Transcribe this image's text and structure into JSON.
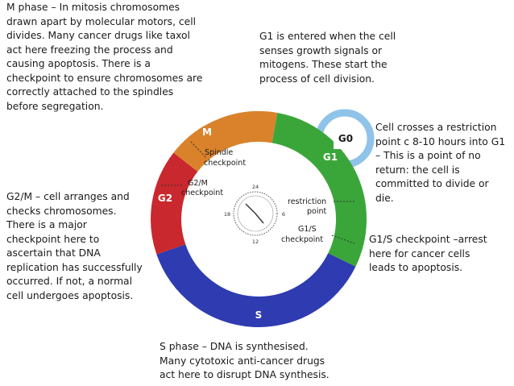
{
  "notes": {
    "m_phase": "M phase – In mitosis chromosomes\ndrawn apart by molecular motors, cell\ndivides. Many cancer drugs like taxol\nact here freezing the process and\ncausing apoptosis. There is a\ncheckpoint to ensure chromosomes are\ncorrectly attached to the spindles\nbefore segregation.",
    "g1": "G1 is entered when the cell\nsenses growth signals or\nmitogens. These start the\nprocess of cell division.",
    "g0": "Cell crosses a restriction\npoint c 8-10 hours into G1\n– This is a point of no\nreturn: the cell is\ncommitted to divide or\ndie.",
    "g2m": "G2/M – cell arranges and\nchecks chromosomes.\nThere is a major\ncheckpoint here to\nascertain that DNA\nreplication has successfully\noccurred. If not, a normal\ncell undergoes apoptosis.",
    "g1s": "G1/S checkpoint –arrest\nhere for cancer cells\nleads to apoptosis.",
    "s_phase": "S phase – DNA is synthesised.\nMany cytotoxic anti-cancer drugs\nact here to disrupt DNA synthesis."
  },
  "phases": {
    "m": "M",
    "g1": "G1",
    "g0": "G0",
    "g2": "G2",
    "s": "S"
  },
  "colors": {
    "m": "#d9822b",
    "g1": "#3aa63a",
    "g2": "#c8282e",
    "s": "#2f3bb0",
    "g0": "#8fc3ea"
  },
  "checkpoints": {
    "spindle_1": "Spindle",
    "spindle_2": "checkpoint",
    "g2m_1": "G2/M",
    "g2m_2": "checkpoint",
    "restriction_1": "restriction",
    "restriction_2": "point",
    "g1s_1": "G1/S",
    "g1s_2": "checkpoint"
  },
  "clock": {
    "top": "24",
    "right": "6",
    "bottom": "12",
    "left": "18"
  }
}
